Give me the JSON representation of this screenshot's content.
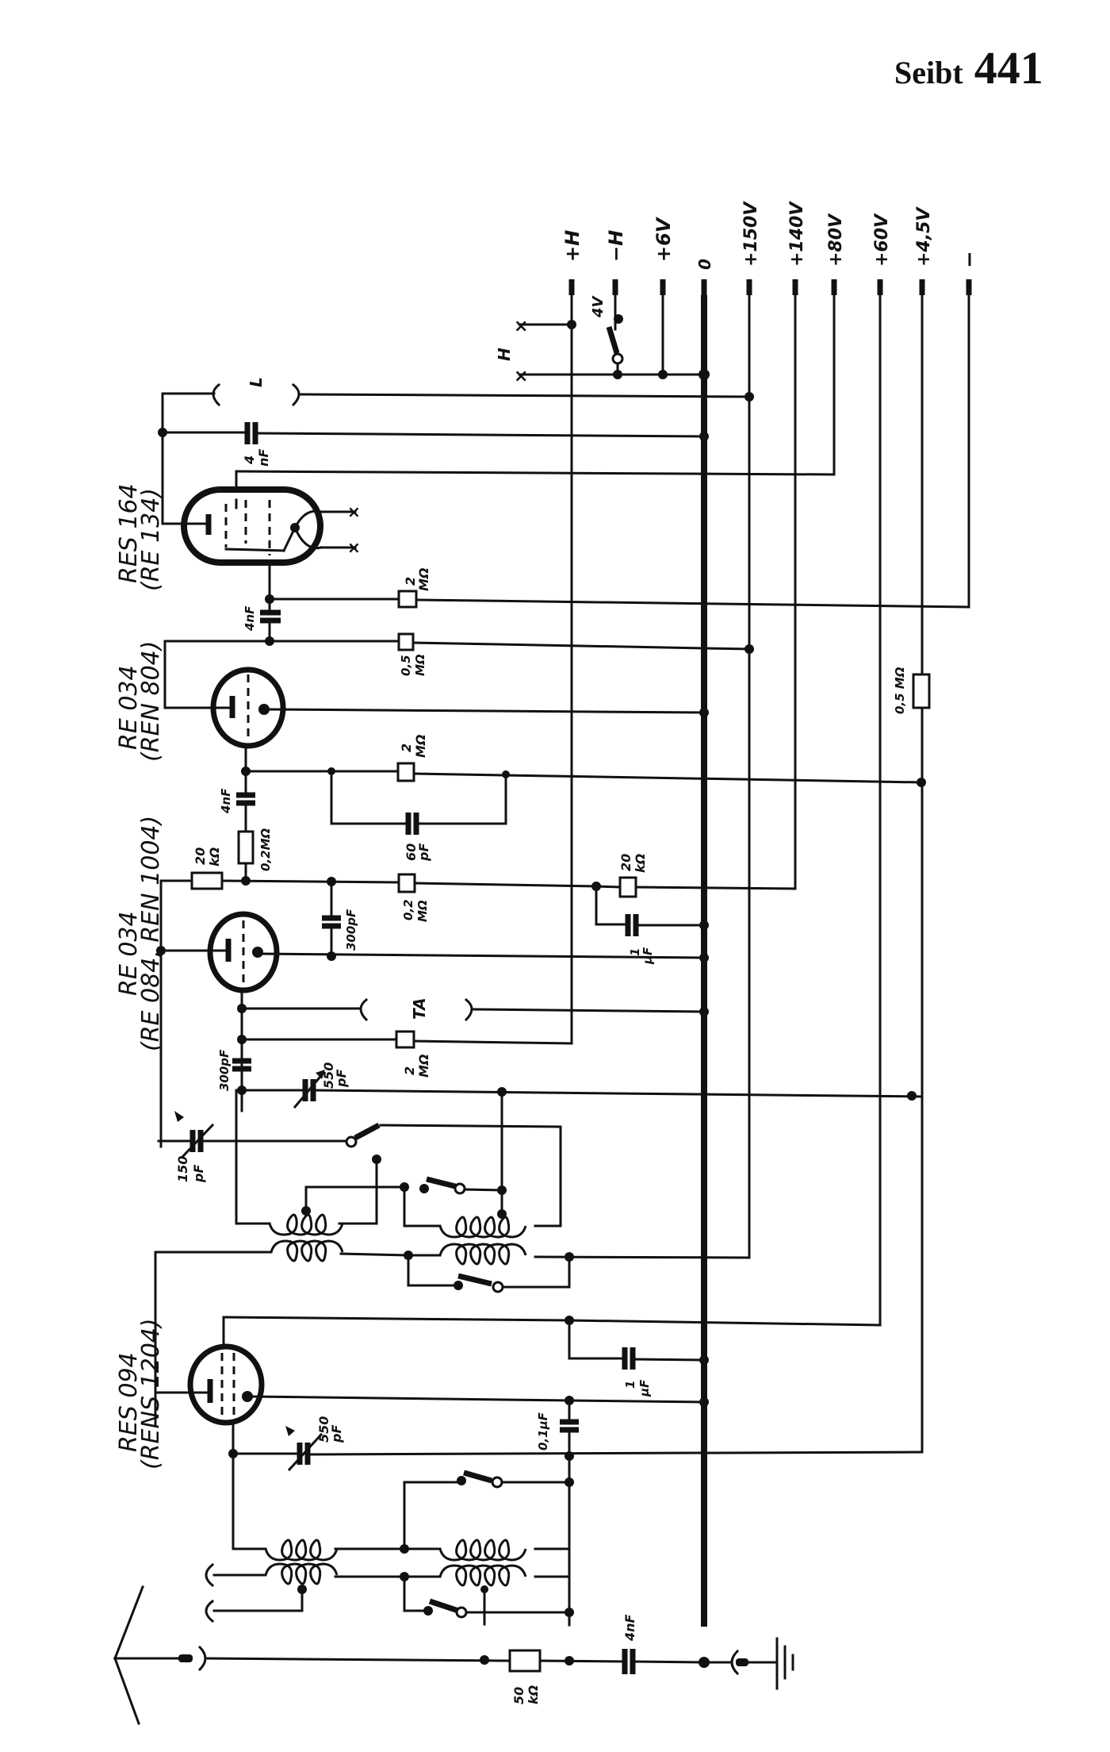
{
  "page": {
    "brand": "Seibt",
    "model_number": "441"
  },
  "supply_terminals": [
    {
      "id": "plus-h",
      "label": "+H"
    },
    {
      "id": "minus-h",
      "label": "−H"
    },
    {
      "id": "plus-6v",
      "label": "+6V"
    },
    {
      "id": "ground-0",
      "label": "0"
    },
    {
      "id": "plus-150v",
      "label": "+150V"
    },
    {
      "id": "plus-140v",
      "label": "+140V"
    },
    {
      "id": "plus-80v",
      "label": "+80V"
    },
    {
      "id": "plus-60v",
      "label": "+60V"
    },
    {
      "id": "plus-4-5v",
      "label": "+4,5V"
    },
    {
      "id": "minus",
      "label": "−"
    }
  ],
  "heater": {
    "switch_label": "4V",
    "terminal_label": "H"
  },
  "tubes": [
    {
      "id": "res164",
      "type": "RES 164",
      "alt": "(RE 134)"
    },
    {
      "id": "re034-a",
      "type": "RE 034",
      "alt": "(REN 804)"
    },
    {
      "id": "re034-b",
      "type": "RE 034",
      "alt": "(RE 084, REN 1004)"
    },
    {
      "id": "res094",
      "type": "RES 094",
      "alt": "(RENS 1204)"
    }
  ],
  "jacks": {
    "speaker": "L",
    "pickup": "TA"
  },
  "components": {
    "c_out_4nF": [
      "4",
      "nF"
    ],
    "c_coupling_4nF_a": "4nF",
    "r_2M_a": [
      "2",
      "MΩ"
    ],
    "r_05M_a": [
      "0,5",
      "MΩ"
    ],
    "r_05M_b": "0,5 MΩ",
    "c_coupling_4nF_b": "4nF",
    "r_2M_b": [
      "2",
      "MΩ"
    ],
    "c_60pF": [
      "60",
      "pF"
    ],
    "r_02M_a": "0,2MΩ",
    "r_20k_a": [
      "20",
      "kΩ"
    ],
    "c_300pF_a": "300pF",
    "r_02M_b": [
      "0,2",
      "MΩ"
    ],
    "r_20k_b": [
      "20",
      "kΩ"
    ],
    "c_1uF_a": [
      "1",
      "µF"
    ],
    "r_2M_c": [
      "2",
      "MΩ"
    ],
    "c_300pF_b": "300pF",
    "c_var_550pF_a": [
      "550",
      "pF"
    ],
    "c_var_150pF": [
      "150",
      "pF"
    ],
    "c_1uF_b": [
      "1",
      "µF"
    ],
    "c_var_550pF_b": [
      "550",
      "pF"
    ],
    "c_01uF": "0,1µF",
    "r_50k": [
      "50",
      "kΩ"
    ],
    "c_4nF_ant": "4nF"
  }
}
